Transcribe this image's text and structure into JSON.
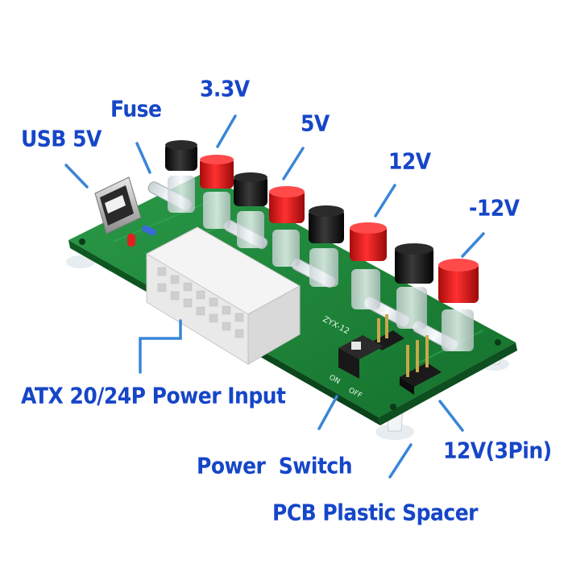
{
  "labels": {
    "usb": "USB 5V",
    "fuse": "Fuse",
    "v33": "3.3V",
    "v5": "5V",
    "v12": "12V",
    "vneg12": "-12V",
    "atx": "ATX 20/24P Power Input",
    "power_switch": "Power  Switch",
    "pin3": "12V(3Pin)",
    "spacer": "PCB Plastic Spacer"
  },
  "silkscreen": {
    "on": "ON",
    "off": "OFF",
    "model": "ZYX-12"
  },
  "colors": {
    "label": "#1646c8",
    "pcb": "#1e8a3c",
    "post_red": "#e01818",
    "post_black": "#141414",
    "connector": "#f2f2f2"
  }
}
